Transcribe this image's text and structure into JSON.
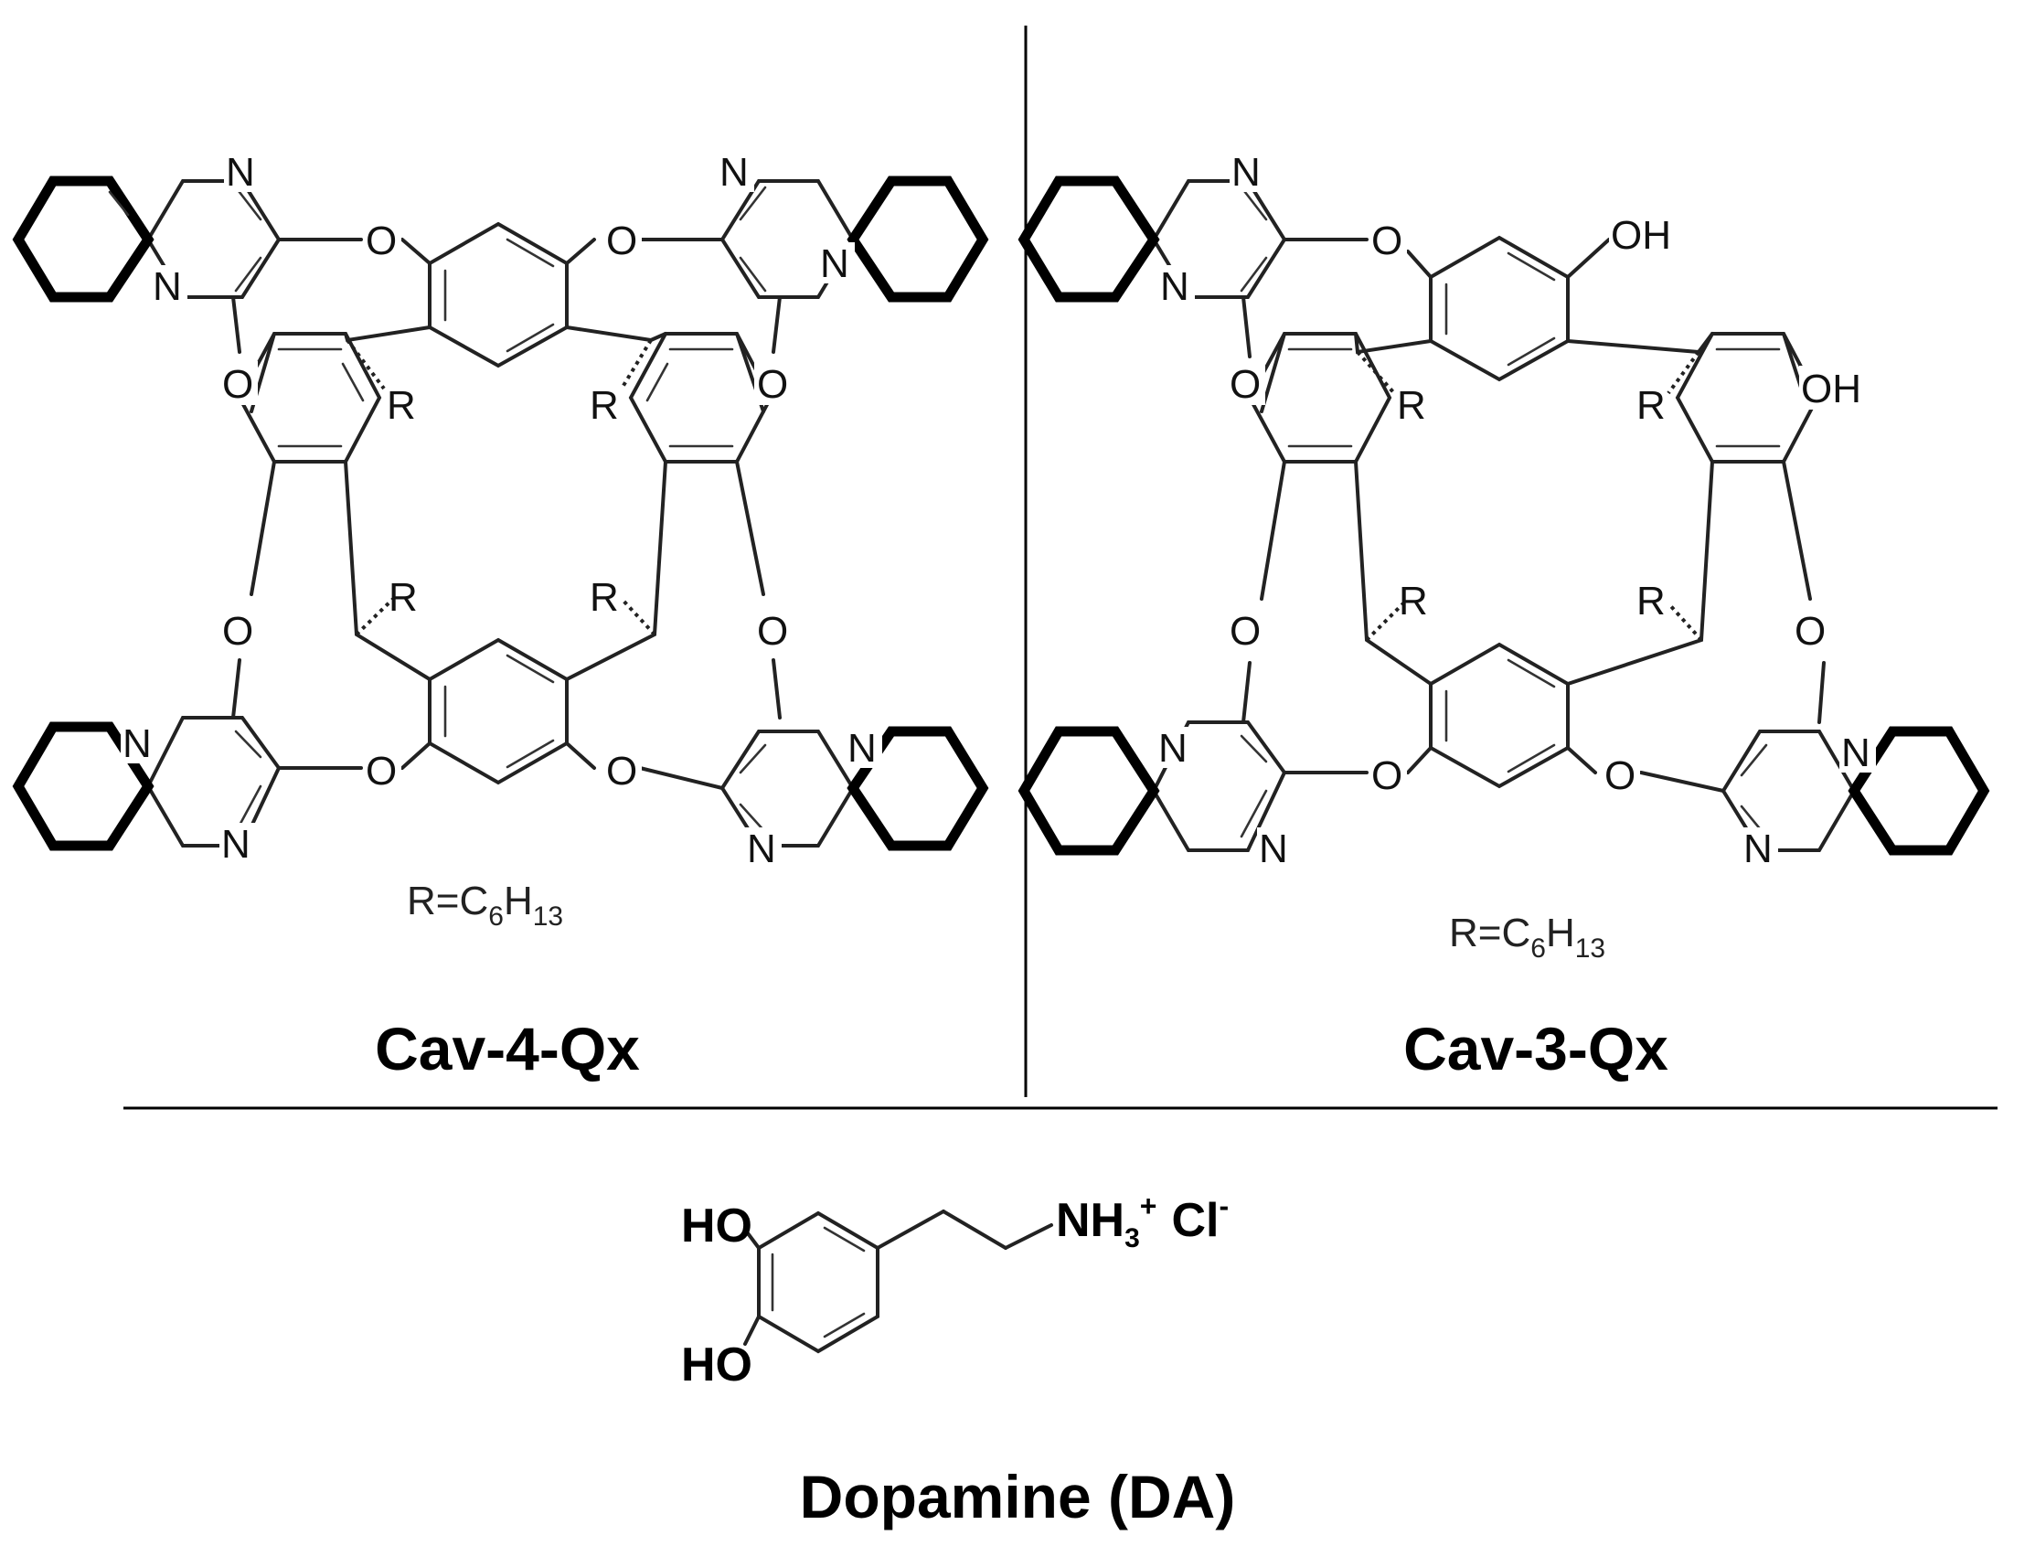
{
  "panels": {
    "cav4": {
      "caption": "Cav-4-Qx",
      "r_definition": {
        "prefix": "R=C",
        "c_sub": "6",
        "h": "H",
        "h_sub": "13"
      },
      "atoms": {
        "N": "N",
        "O": "O",
        "R": "R"
      }
    },
    "cav3": {
      "caption": "Cav-3-Qx",
      "r_definition": {
        "prefix": "R=C",
        "c_sub": "6",
        "h": "H",
        "h_sub": "13"
      },
      "atoms": {
        "N": "N",
        "O": "O",
        "R": "R",
        "OH": "OH"
      }
    },
    "dopamine": {
      "caption": "Dopamine (DA)",
      "ho": "HO",
      "nh": "NH",
      "nh_sub": "3",
      "nh_sup": "+",
      "cl": "Cl",
      "cl_sup": "-"
    }
  }
}
